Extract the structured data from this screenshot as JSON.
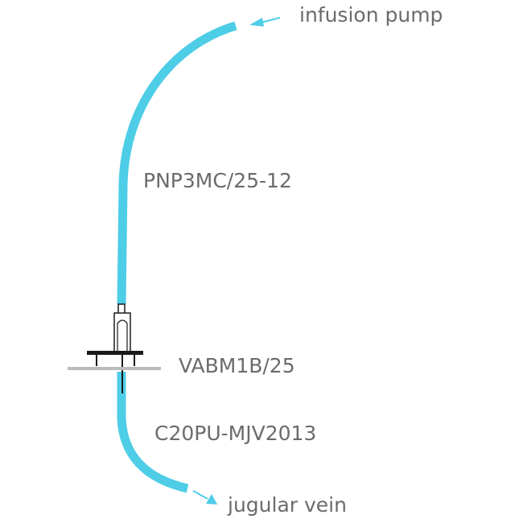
{
  "labels": {
    "infusion_pump": "infusion pump",
    "tubing_part": "PNP3MC/25-12",
    "button_part": "VABM1B/25",
    "catheter_part": "C20PU-MJV2013",
    "jugular_vein": "jugular vein"
  },
  "colors": {
    "tubing": "#4ecde6",
    "arrow": "#4ecde6",
    "text": "#6b6b6b",
    "hardware": "#1a1a1a",
    "skin": "#bbbbbb"
  }
}
